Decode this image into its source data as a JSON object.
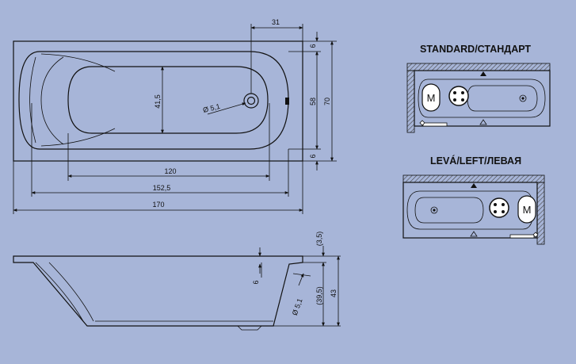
{
  "views": {
    "top": {
      "dims": {
        "width_31": "31",
        "edge_top_6": "6",
        "inner_58": "58",
        "outer_70": "70",
        "edge_bottom_6": "6",
        "basin_41_5": "41,5",
        "drain_5_1": "Ø 5,1",
        "bottom_120": "120",
        "inner_152_5": "152,5",
        "overall_170": "170"
      }
    },
    "side": {
      "dims": {
        "rim_3_5": "(3,5)",
        "depth_6": "6",
        "drain_5_1": "Ø 5,1",
        "inner_39_5": "(39,5)",
        "overall_43": "43"
      }
    }
  },
  "variants": {
    "standard": {
      "title": "STANDARD/СТАНДАРТ",
      "label": "M"
    },
    "left": {
      "title": "LEVÁ/LEFT/ЛЕВАЯ",
      "label": "M"
    }
  },
  "colors": {
    "background": "#a7b5d8",
    "line": "#111111",
    "panel": "#ffffff"
  }
}
